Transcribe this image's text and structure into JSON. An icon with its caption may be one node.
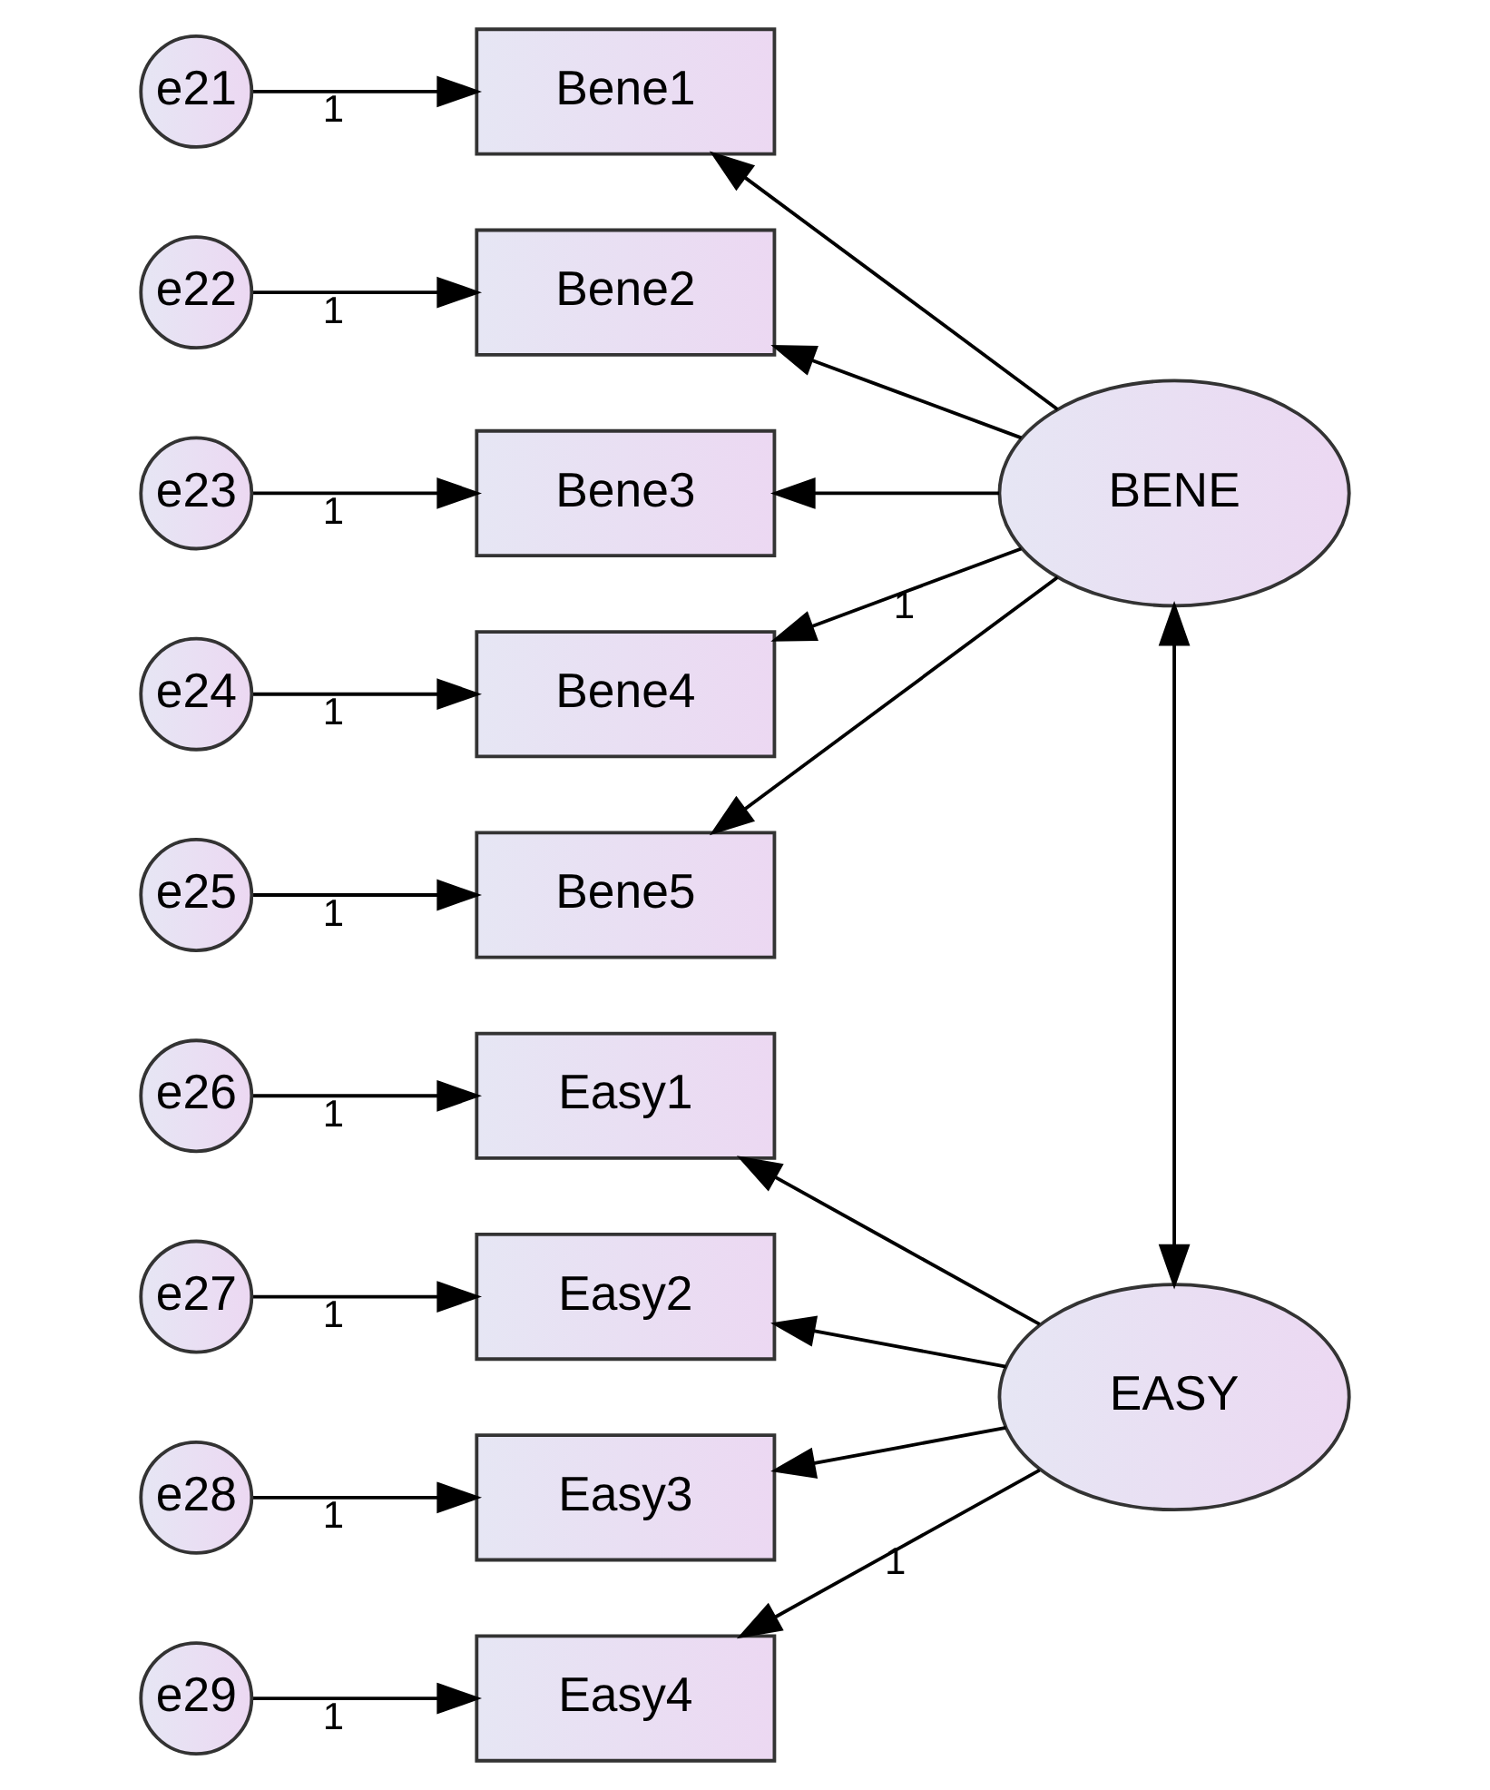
{
  "diagram": {
    "nodes": [
      {
        "text": [
          "e21"
        ]
      },
      {
        "text": [
          "e22"
        ]
      },
      {
        "text": [
          "e23"
        ]
      },
      {
        "text": [
          "e24"
        ]
      },
      {
        "text": [
          "e25"
        ]
      },
      {
        "text": [
          "Bene1"
        ]
      },
      {
        "text": [
          "Bene2"
        ]
      },
      {
        "text": [
          "Bene3"
        ]
      },
      {
        "text": [
          "Bene4"
        ]
      },
      {
        "text": [
          "Bene5"
        ]
      },
      {
        "text": [
          "BENE"
        ]
      },
      {
        "text": [
          "e26"
        ]
      },
      {
        "text": [
          "e27"
        ]
      },
      {
        "text": [
          "e28"
        ]
      },
      {
        "text": [
          "e29"
        ]
      },
      {
        "text": [
          "Easy1"
        ]
      },
      {
        "text": [
          "Easy2"
        ]
      },
      {
        "text": [
          "Easy3"
        ]
      },
      {
        "text": [
          "Easy4"
        ]
      },
      {
        "text": [
          "EASY"
        ]
      }
    ],
    "edges": [
      {
        "from": 0,
        "to": 5,
        "arrow": "to",
        "label": "1"
      },
      {
        "from": 1,
        "to": 6,
        "arrow": "to",
        "label": "1"
      },
      {
        "from": 2,
        "to": 7,
        "arrow": "to",
        "label": "1"
      },
      {
        "from": 3,
        "to": 8,
        "arrow": "to",
        "label": "1"
      },
      {
        "from": 4,
        "to": 9,
        "arrow": "to",
        "label": "1"
      },
      {
        "from": 10,
        "to": 5,
        "arrow": "to"
      },
      {
        "from": 10,
        "to": 6,
        "arrow": "to"
      },
      {
        "from": 10,
        "to": 7,
        "arrow": "to"
      },
      {
        "from": 10,
        "to": 8,
        "arrow": "to",
        "label": "1"
      },
      {
        "from": 10,
        "to": 9,
        "arrow": "to"
      },
      {
        "from": 11,
        "to": 15,
        "arrow": "to",
        "label": "1"
      },
      {
        "from": 12,
        "to": 16,
        "arrow": "to",
        "label": "1"
      },
      {
        "from": 13,
        "to": 17,
        "arrow": "to",
        "label": "1"
      },
      {
        "from": 14,
        "to": 18,
        "arrow": "to",
        "label": "1"
      },
      {
        "from": 19,
        "to": 15,
        "arrow": "to"
      },
      {
        "from": 19,
        "to": 16,
        "arrow": "to"
      },
      {
        "from": 19,
        "to": 17,
        "arrow": "to"
      },
      {
        "from": 19,
        "to": 18,
        "arrow": "to",
        "label": "1"
      },
      {
        "from": 10,
        "to": 19,
        "arrow": "both"
      }
    ]
  }
}
